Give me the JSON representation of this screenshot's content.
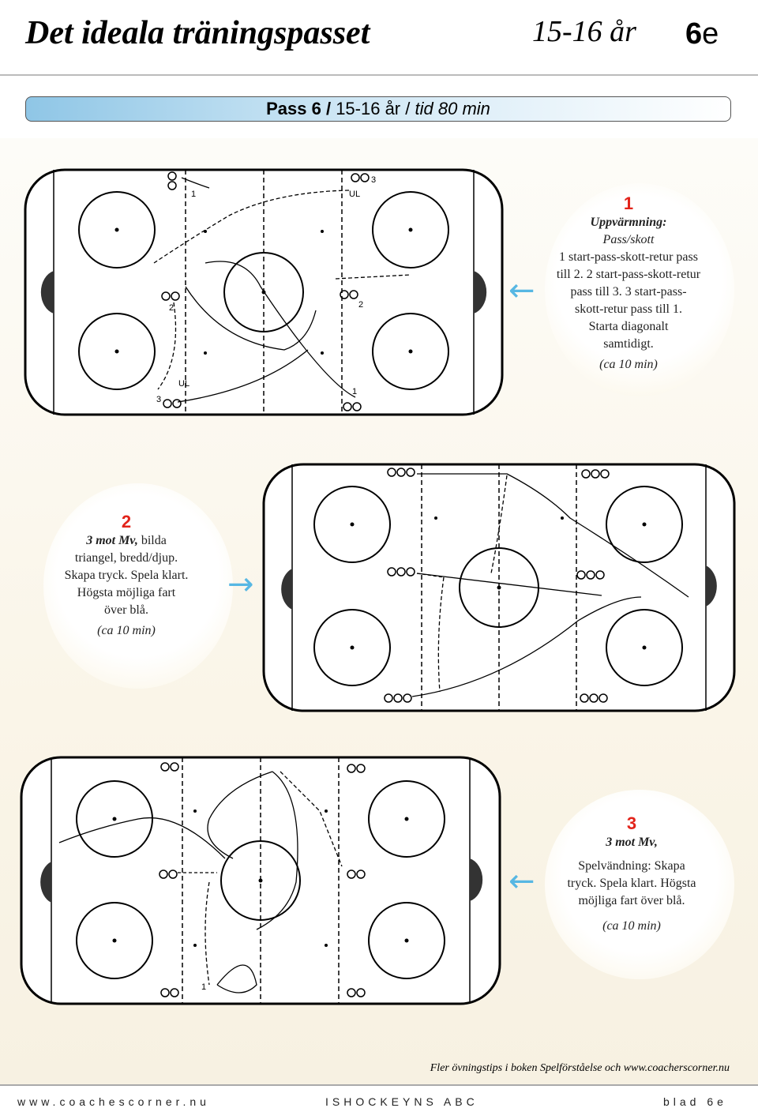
{
  "header": {
    "title": "Det ideala träningspasset",
    "age": "15-16 år",
    "page_num": "6",
    "page_letter": "e"
  },
  "band": {
    "pass": "Pass 6",
    "sep": "/",
    "age": "15-16 år",
    "time": "tid 80 min"
  },
  "drills": [
    {
      "number": "1",
      "heading": "Uppvärmning:",
      "subheading": "Pass/skott",
      "lines": [
        "1 start-pass-skott-retur pass",
        "till 2. 2 start-pass-skott-retur",
        "pass till 3. 3 start-pass-",
        "skott-retur pass till 1.",
        "Starta diagonalt",
        "samtidigt."
      ],
      "duration": "(ca 10 min)",
      "arrow": "left"
    },
    {
      "number": "2",
      "bold_lead": "3 mot Mv,",
      "lead_rest": " bilda",
      "lines": [
        "triangel, bredd/djup.",
        "Skapa tryck. Spela klart.",
        "Högsta möjliga fart",
        "över blå."
      ],
      "duration": "(ca 10 min)",
      "arrow": "right"
    },
    {
      "number": "3",
      "bold_lead": "3 mot Mv,",
      "lines": [
        "Spelvändning: Skapa",
        "tryck. Spela klart. Högsta",
        "möjliga fart över blå."
      ],
      "duration": "(ca 10 min)",
      "arrow": "left"
    }
  ],
  "rink_labels": {
    "r1": [
      "1",
      "UL",
      "3",
      "2",
      "2",
      "UL",
      "3",
      "1"
    ],
    "r3": [
      "1"
    ]
  },
  "footer": {
    "tip": "Fler övningstips i boken Spelförståelse och www.coacherscorner.nu",
    "left": "www.coachescorner.nu",
    "center": "ISHOCKEYNS ABC",
    "right": "blad 6e"
  },
  "colors": {
    "red": "#e2231a",
    "arrow_blue": "#57b7e3",
    "band_blue": "#8fc6e6"
  }
}
